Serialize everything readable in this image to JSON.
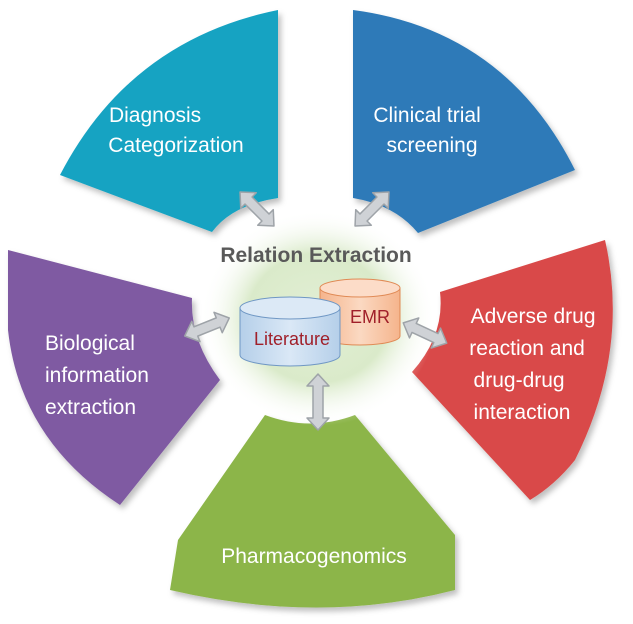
{
  "center": {
    "title": "Relation Extraction",
    "sources": [
      "Literature",
      "EMR"
    ]
  },
  "segments": [
    {
      "id": "diagnosis",
      "lines": [
        "Diagnosis",
        "Categorization"
      ],
      "color": "#17a3c2"
    },
    {
      "id": "clinical",
      "lines": [
        "Clinical trial",
        "screening"
      ],
      "color": "#2e7ab8"
    },
    {
      "id": "adverse",
      "lines": [
        "Adverse drug",
        "reaction and",
        "drug-drug",
        "interaction"
      ],
      "color": "#d94a48"
    },
    {
      "id": "pharma",
      "lines": [
        "Pharmacogenomics"
      ],
      "color": "#8cb54a"
    },
    {
      "id": "biological",
      "lines": [
        "Biological",
        "information",
        "extraction"
      ],
      "color": "#7f5aa2"
    }
  ],
  "colors": {
    "glow": "#d6e8c4",
    "arrow_fill": "#cfd2d6",
    "arrow_stroke": "#9ea3a8",
    "literature_cylinder": "#c9ddf2",
    "emr_cylinder": "#f9c8a8"
  }
}
